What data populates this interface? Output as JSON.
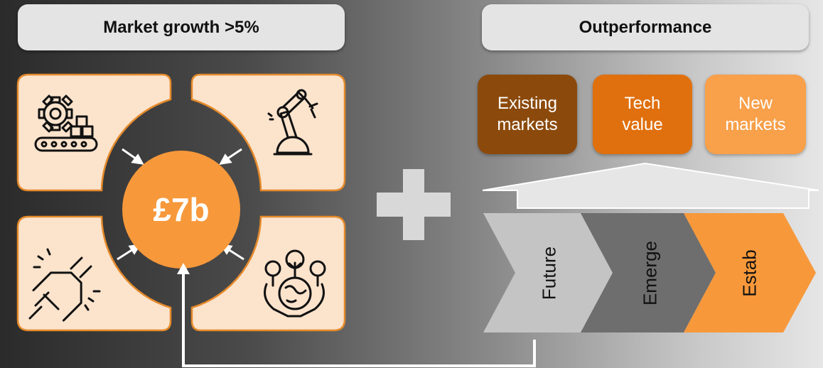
{
  "headers": {
    "left": "Market growth >5%",
    "right": "Outperformance"
  },
  "center": {
    "value": "£7b"
  },
  "quadrants": {
    "top_left_icon": "manufacturing-conveyor-icon",
    "top_right_icon": "robotic-arm-icon",
    "bottom_left_icon": "electric-plug-icon",
    "bottom_right_icon": "sustainability-hands-icon"
  },
  "tiles": [
    {
      "line1": "Existing",
      "line2": "markets",
      "color": "#8b4a0c"
    },
    {
      "line1": "Tech",
      "line2": "value",
      "color": "#e0700d"
    },
    {
      "line1": "New",
      "line2": "markets",
      "color": "#f8a04a"
    }
  ],
  "chevrons": [
    {
      "label": "Future",
      "color": "#c4c4c4"
    },
    {
      "label": "Emerge",
      "color": "#6e6e6e"
    },
    {
      "label": "Estab",
      "color": "#f7983a"
    }
  ],
  "colors": {
    "accent": "#f7983a",
    "quadrant_fill": "#fbe3cc",
    "quadrant_border": "#e58a2a",
    "plus": "#d8d8d8"
  }
}
